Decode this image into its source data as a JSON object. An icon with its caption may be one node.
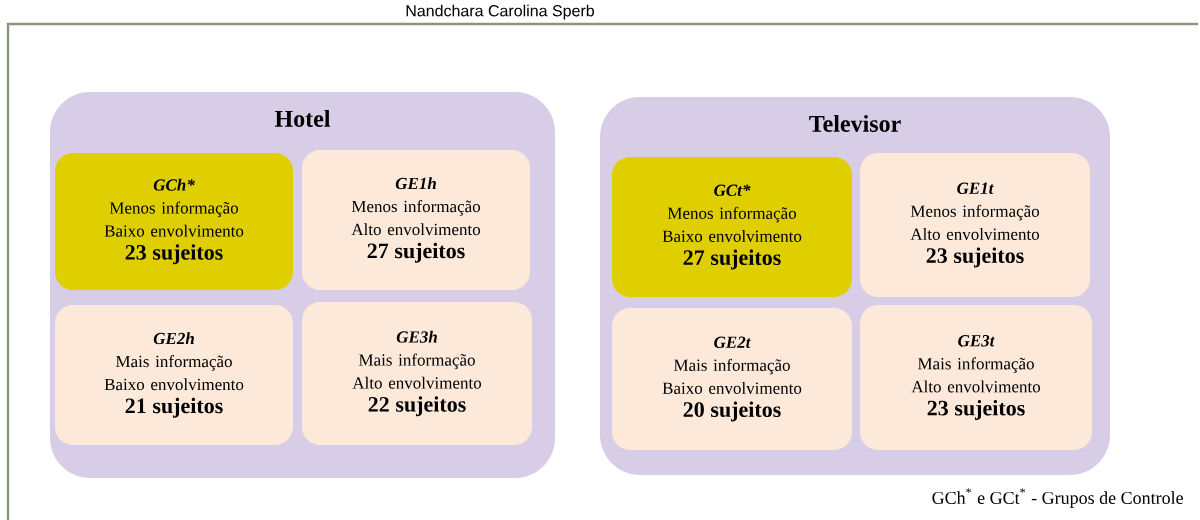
{
  "diagram": {
    "nodes": [
      {
        "text": [
          "Hotel"
        ]
      },
      {
        "text": [
          "GCh*",
          "Menos informação",
          "Baixo envolvimento",
          "23 sujeitos"
        ],
        "in": 0
      },
      {
        "text": [
          "GE1h",
          "Menos informação",
          "Alto envolvimento",
          "27 sujeitos"
        ],
        "in": 0
      },
      {
        "text": [
          "GE2h",
          "Mais informação",
          "Baixo envolvimento",
          "21 sujeitos"
        ],
        "in": 0
      },
      {
        "text": [
          "GE3h",
          "Mais informação",
          "Alto envolvimento",
          "22 sujeitos"
        ],
        "in": 0
      },
      {
        "text": [
          "Televisor"
        ]
      },
      {
        "text": [
          "GCt*",
          "Menos informação",
          "Baixo envolvimento",
          "27 sujeitos"
        ],
        "in": 5
      },
      {
        "text": [
          "GE1t",
          "Menos informação",
          "Alto envolvimento",
          "23 sujeitos"
        ],
        "in": 5
      },
      {
        "text": [
          "GE2t",
          "Mais informação",
          "Baixo envolvimento",
          "20 sujeitos"
        ],
        "in": 5
      },
      {
        "text": [
          "GE3t",
          "Mais informação",
          "Alto envolvimento",
          "23 sujeitos"
        ],
        "in": 5
      }
    ],
    "labels": [
      "Nandchara Carolina Sperb",
      "GCh$^{*}$ e GCt$^{*}$ - Grupos de Controle"
    ]
  }
}
